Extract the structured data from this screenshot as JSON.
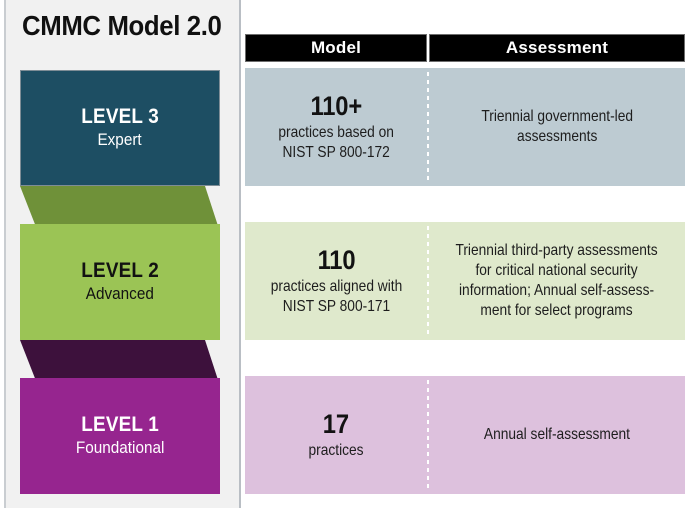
{
  "title": "CMMC Model 2.0",
  "columns": {
    "model_label": "Model",
    "assessment_label": "Assessment"
  },
  "colors": {
    "level3_block": "#1d4e63",
    "level3_band": "#bdcbd2",
    "level2_block": "#94c council",
    "level2_band": "#dfe9cc",
    "level1_block": "#96258f",
    "level1_band": "#ddc1dd",
    "header_bar": "#000000",
    "panel": "#f1f1f1"
  },
  "levels": [
    {
      "name": "LEVEL 3",
      "descriptor": "Expert",
      "model_count": "110+",
      "model_note": "practices based on\nNIST SP 800-172",
      "assessment": "Triennial government-led\nassessments"
    },
    {
      "name": "LEVEL 2",
      "descriptor": "Advanced",
      "model_count": "110",
      "model_note": "practices aligned with\nNIST SP 800-171",
      "assessment": "Triennial third-party assessments\nfor critical national security\ninformation; Annual self-assess-\nment for select programs"
    },
    {
      "name": "LEVEL 1",
      "descriptor": "Foundational",
      "model_count": "17",
      "model_note": "practices",
      "assessment": "Annual self-assessment"
    }
  ]
}
